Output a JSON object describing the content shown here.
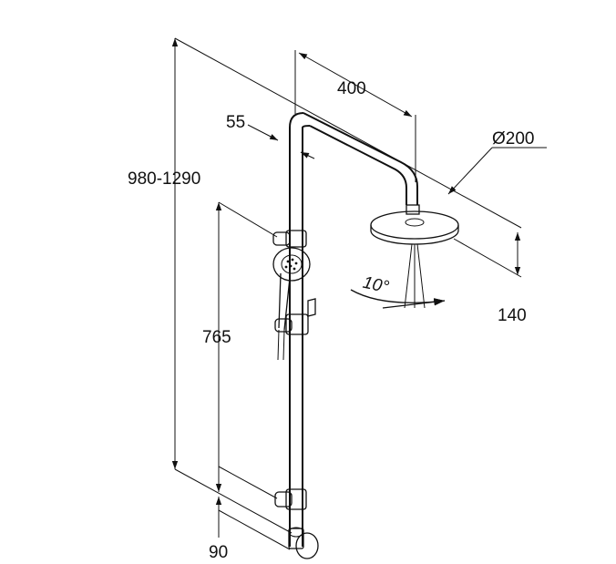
{
  "diagram": {
    "dimensions": {
      "total_height": "980-1290",
      "arm_length": "400",
      "offset": "55",
      "head_diameter": "Ø200",
      "head_drop": "140",
      "rail_length": "765",
      "bottom_offset": "90",
      "tilt_angle": "10°"
    }
  }
}
